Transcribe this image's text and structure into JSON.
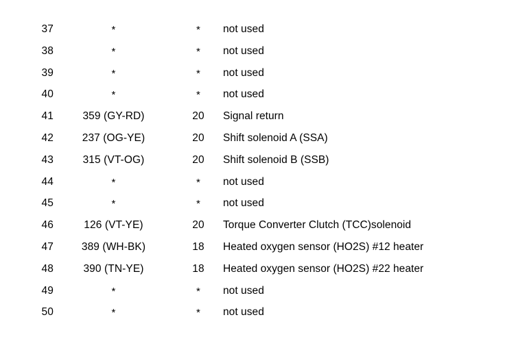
{
  "document": {
    "type": "connector-pinout-table",
    "background_color": "#ffffff",
    "text_color": "#000000",
    "placeholder_symbol": "*",
    "unused_label": "not used"
  },
  "table": {
    "columns": [
      {
        "key": "pin",
        "name": "pin-number"
      },
      {
        "key": "wire",
        "name": "circuit-wire-color"
      },
      {
        "key": "gauge",
        "name": "wire-gauge"
      },
      {
        "key": "desc",
        "name": "description"
      }
    ],
    "rows": [
      {
        "pin": "37",
        "wire": "*",
        "gauge": "*",
        "desc": "not used"
      },
      {
        "pin": "38",
        "wire": "*",
        "gauge": "*",
        "desc": "not used"
      },
      {
        "pin": "39",
        "wire": "*",
        "gauge": "*",
        "desc": "not used"
      },
      {
        "pin": "40",
        "wire": "*",
        "gauge": "*",
        "desc": "not used"
      },
      {
        "pin": "41",
        "wire": "359 (GY-RD)",
        "gauge": "20",
        "desc": "Signal return"
      },
      {
        "pin": "42",
        "wire": "237 (OG-YE)",
        "gauge": "20",
        "desc": "Shift solenoid A (SSA)"
      },
      {
        "pin": "43",
        "wire": "315 (VT-OG)",
        "gauge": "20",
        "desc": "Shift solenoid B (SSB)"
      },
      {
        "pin": "44",
        "wire": "*",
        "gauge": "*",
        "desc": "not used"
      },
      {
        "pin": "45",
        "wire": "*",
        "gauge": "*",
        "desc": "not used"
      },
      {
        "pin": "46",
        "wire": "126 (VT-YE)",
        "gauge": "20",
        "desc": "Torque Converter Clutch (TCC)solenoid"
      },
      {
        "pin": "47",
        "wire": "389 (WH-BK)",
        "gauge": "18",
        "desc": "Heated oxygen sensor (HO2S) #12 heater"
      },
      {
        "pin": "48",
        "wire": "390 (TN-YE)",
        "gauge": "18",
        "desc": "Heated oxygen sensor (HO2S) #22 heater"
      },
      {
        "pin": "49",
        "wire": "*",
        "gauge": "*",
        "desc": "not used"
      },
      {
        "pin": "50",
        "wire": "*",
        "gauge": "*",
        "desc": "not used"
      }
    ]
  }
}
